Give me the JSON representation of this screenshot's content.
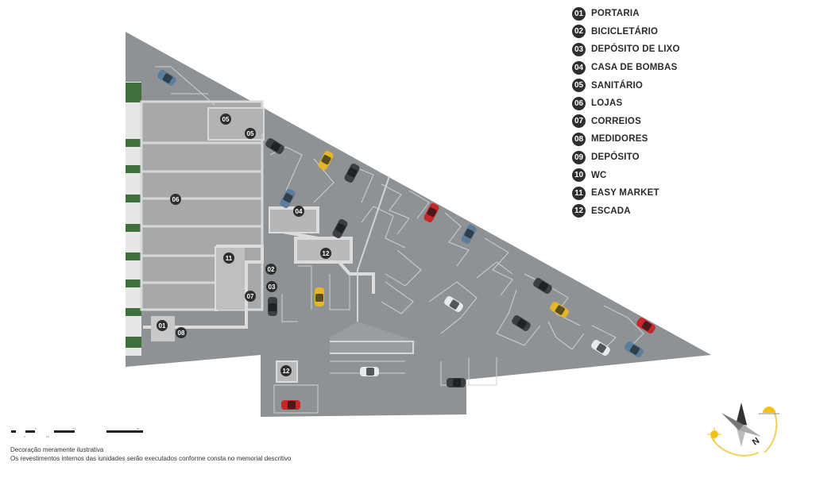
{
  "legend": {
    "items": [
      {
        "num": "01",
        "label": "PORTARIA"
      },
      {
        "num": "02",
        "label": "BICICLETÁRIO"
      },
      {
        "num": "03",
        "label": "DEPÓSITO DE LIXO"
      },
      {
        "num": "04",
        "label": "CASA DE BOMBAS"
      },
      {
        "num": "05",
        "label": "SANITÁRIO"
      },
      {
        "num": "06",
        "label": "LOJAS"
      },
      {
        "num": "07",
        "label": "CORREIOS"
      },
      {
        "num": "08",
        "label": "MEDIDORES"
      },
      {
        "num": "09",
        "label": "DEPÓSITO"
      },
      {
        "num": "10",
        "label": "WC"
      },
      {
        "num": "11",
        "label": "EASY MARKET"
      },
      {
        "num": "12",
        "label": "ESCADA"
      }
    ]
  },
  "plan_markers": {
    "m01": "01",
    "m02": "02",
    "m03": "03",
    "m04": "04",
    "m05a": "05",
    "m05b": "05",
    "m06": "06",
    "m07": "07",
    "m08": "08",
    "m11": "11",
    "m12a": "12",
    "m12b": "12"
  },
  "scale": {
    "ticks": [
      "0",
      "2,5",
      "5",
      "10",
      "20"
    ]
  },
  "disclaimer": {
    "line1": "Decoração meramente ilustrativa",
    "line2": "Os revestimentos internos das iunidades serão executados conforme consta no memorial descritivo"
  },
  "compass": {
    "north_label": "N"
  },
  "colors": {
    "asphalt": "#8e9193",
    "stores": "#a9abac",
    "walls": "#d9d9d9",
    "hedge": "#3f6f3a",
    "marker_bg": "#2e2e2e",
    "car_yellow": "#e6b62a",
    "car_red": "#c9262a",
    "car_blue": "#5c7e9a",
    "car_dark": "#3b3e42",
    "car_white": "#e9e9e9"
  }
}
